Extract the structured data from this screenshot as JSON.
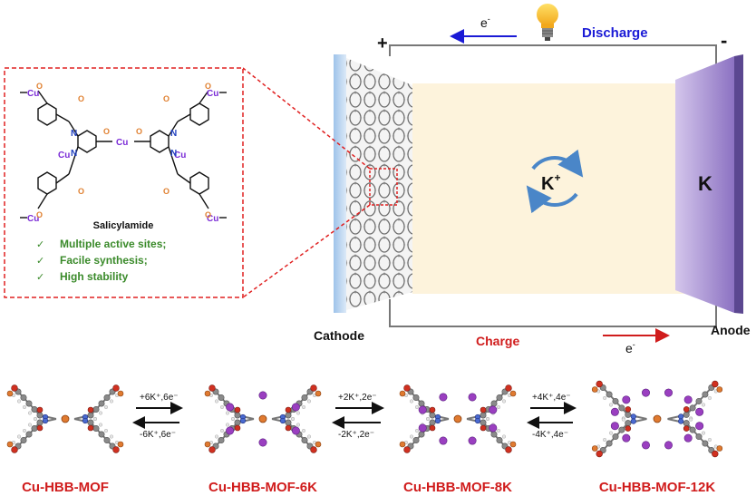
{
  "battery": {
    "plus_sign": "+",
    "minus_sign": "-",
    "discharge_label": "Discharge",
    "charge_label": "Charge",
    "electron_top": "e",
    "electron_bottom": "e",
    "electron_superscript": "-",
    "ion_label": "K",
    "ion_superscript": "+",
    "anode_symbol": "K",
    "cathode_label": "Cathode",
    "anode_label": "Anode"
  },
  "molecule_box": {
    "copper_label": "Cu",
    "oxygen_label": "O",
    "nitrogen_label": "N",
    "name": "Salicylamide",
    "features": [
      "Multiple active sites;",
      "Facile synthesis;",
      "High stability"
    ],
    "check_mark": "✓"
  },
  "reactions": [
    {
      "forward": "+6K⁺,6e⁻",
      "backward": "-6K⁺,6e⁻"
    },
    {
      "forward": "+2K⁺,2e⁻",
      "backward": "-2K⁺,2e⁻"
    },
    {
      "forward": "+4K⁺,4e⁻",
      "backward": "-4K⁺,4e⁻"
    }
  ],
  "structures": [
    "Cu-HBB-MOF",
    "Cu-HBB-MOF-6K",
    "Cu-HBB-MOF-8K",
    "Cu-HBB-MOF-12K"
  ],
  "colors": {
    "discharge": "#1a1ad6",
    "charge": "#d01c1c",
    "feature_text": "#3a8a2a",
    "copper": "#7a2bd6",
    "oxygen": "#e08030",
    "nitrogen": "#2040c0",
    "potassium": "#9a3fc0",
    "dash_box": "#e02020",
    "electrolyte": "#fdf3dc",
    "anode": "#a58fd0"
  }
}
